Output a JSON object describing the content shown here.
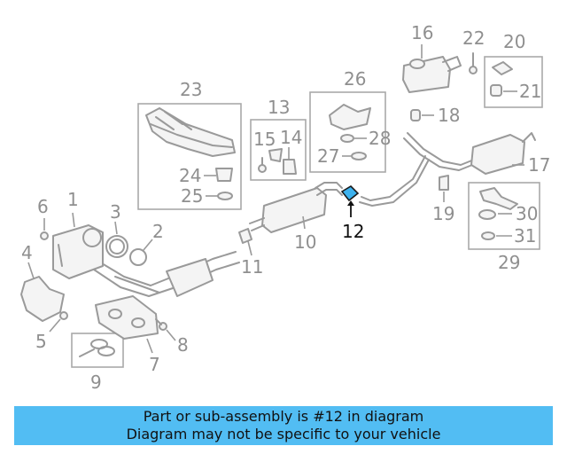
{
  "callouts": {
    "c1": "1",
    "c2": "2",
    "c3": "3",
    "c4": "4",
    "c5": "5",
    "c6": "6",
    "c7": "7",
    "c8": "8",
    "c9": "9",
    "c10": "10",
    "c11": "11",
    "c12": "12",
    "c13": "13",
    "c14": "14",
    "c15": "15",
    "c16": "16",
    "c17": "17",
    "c18": "18",
    "c19": "19",
    "c20": "20",
    "c21": "21",
    "c22": "22",
    "c23": "23",
    "c24": "24",
    "c25": "25",
    "c26": "26",
    "c27": "27",
    "c28": "28",
    "c29": "29",
    "c30": "30",
    "c31": "31"
  },
  "highlight": {
    "part_number": "12",
    "color": "#3db2ee"
  },
  "banner": {
    "line1": "Part or sub-assembly is #12 in diagram",
    "line2": "Diagram may not be specific to your vehicle",
    "background": "#52bdf3"
  }
}
